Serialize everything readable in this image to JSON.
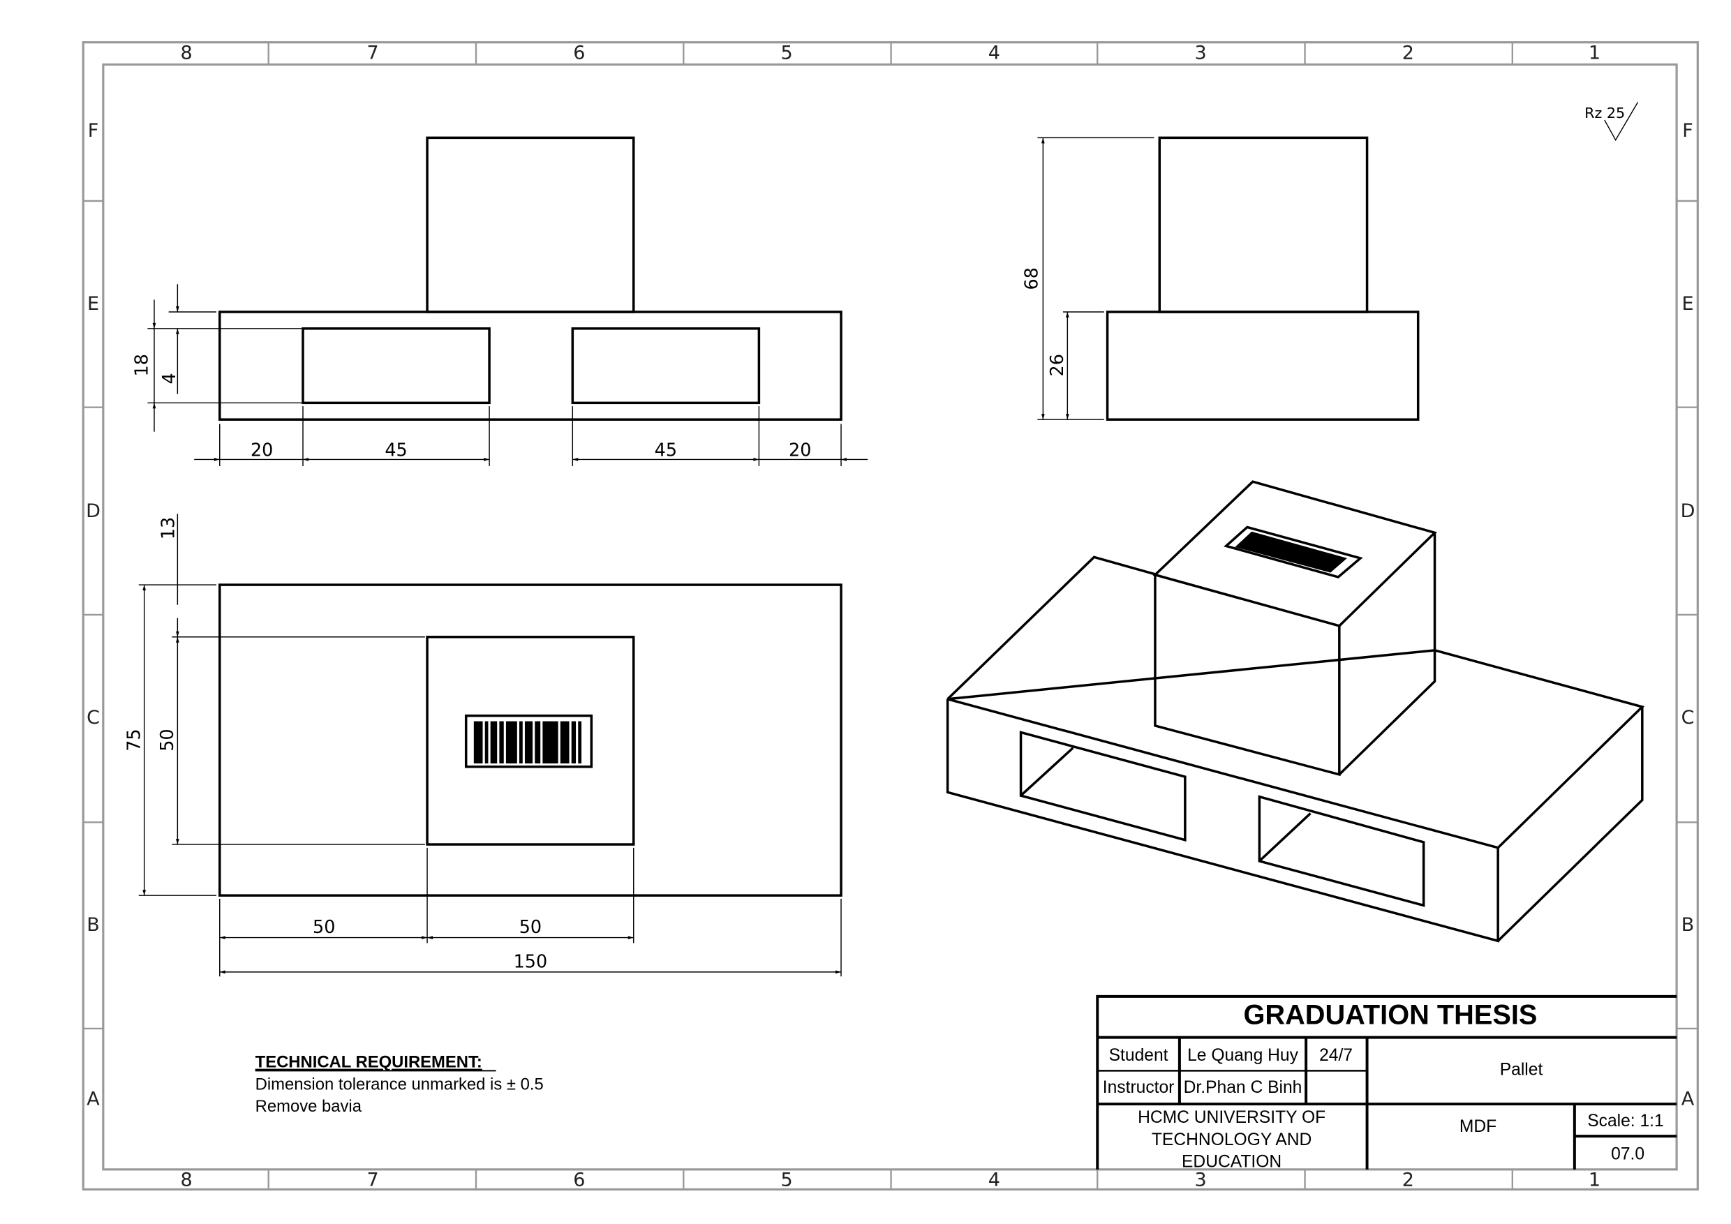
{
  "sheet": {
    "zones_columns": [
      "8",
      "7",
      "6",
      "5",
      "4",
      "3",
      "2",
      "1"
    ],
    "zones_rows": [
      "F",
      "E",
      "D",
      "C",
      "B",
      "A"
    ],
    "surface_finish": "Rz 25"
  },
  "front_view": {
    "dim_top_slot_offset": "4",
    "dim_slot_height": "18",
    "dim_left_margin": "20",
    "dim_left_slot": "45",
    "dim_right_slot": "45",
    "dim_right_margin": "20"
  },
  "side_view": {
    "dim_total_height": "68",
    "dim_base_height": "26"
  },
  "top_view": {
    "dim_top_offset": "13",
    "dim_depth": "75",
    "dim_block_depth": "50",
    "dim_left_offset": "50",
    "dim_block_width": "50",
    "dim_total_width": "150"
  },
  "notes": {
    "heading": "TECHNICAL REQUIREMENT:",
    "lines": [
      "Dimension tolerance unmarked is ± 0.5",
      "Remove bavia"
    ]
  },
  "title_block": {
    "title": "GRADUATION THESIS",
    "student_label": "Student",
    "student_name": "Le Quang Huy",
    "date": "24/7",
    "instructor_label": "Instructor",
    "instructor_name": "Dr.Phan C Binh",
    "part_name": "Pallet",
    "institution_line1": "HCMC UNIVERSITY OF",
    "institution_line2": "TECHNOLOGY AND",
    "institution_line3": "EDUCATION",
    "material": "MDF",
    "scale": "Scale: 1:1",
    "drawing_no": "07.0"
  }
}
